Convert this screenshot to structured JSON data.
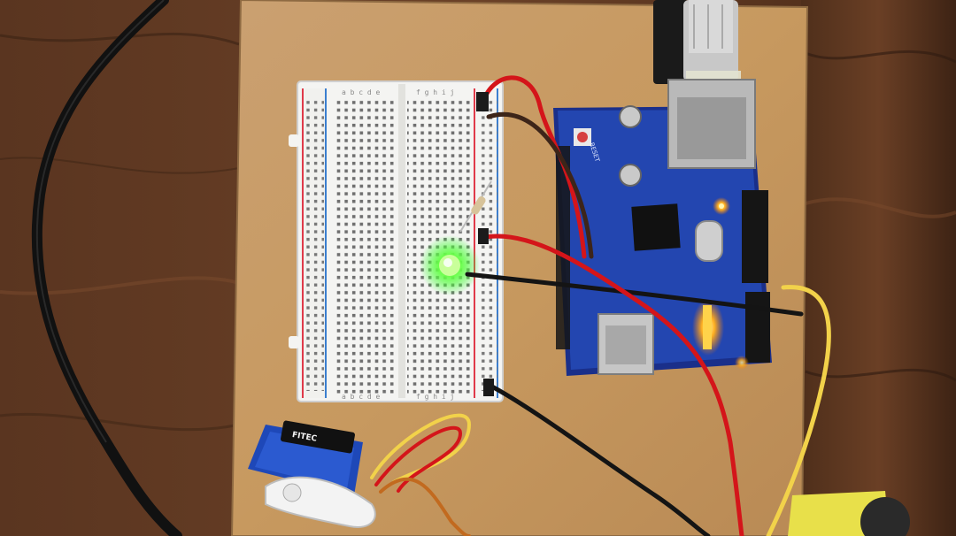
{
  "breadboard": {
    "columns_top": "a b c d e",
    "columns_top_right": "f g h i j",
    "columns_bottom": "a b c d e",
    "columns_bottom_right": "f g h i j"
  },
  "shield": {
    "reset_label": "RESET"
  },
  "servo": {
    "brand": "FITEC"
  },
  "colors": {
    "wood": "#4a2c1a",
    "mdf": "#c89a66",
    "board_blue": "#1f3fa8",
    "led_green": "#39ff3c",
    "wire_red": "#d4151a",
    "wire_yellow": "#f2d24a",
    "wire_black": "#141414"
  },
  "icons": [
    "led-light",
    "resistor",
    "servo-motor",
    "ethernet-port",
    "sd-card-slot"
  ]
}
